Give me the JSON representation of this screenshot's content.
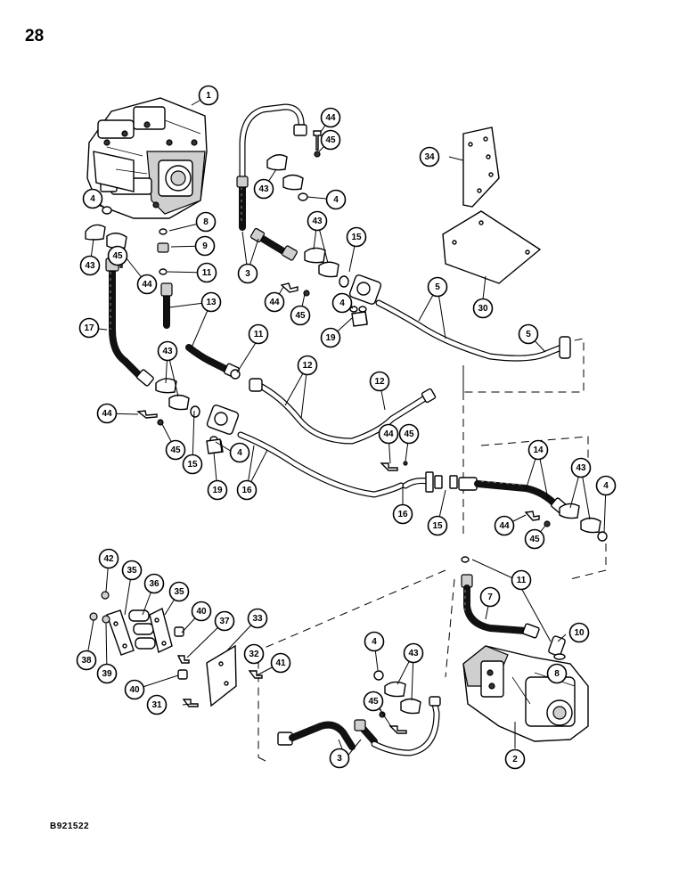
{
  "page_number": "28",
  "figure_code": "B921522",
  "callouts": [
    "1",
    "2",
    "3",
    "3",
    "4",
    "4",
    "4",
    "4",
    "4",
    "4",
    "5",
    "5",
    "7",
    "8",
    "8",
    "9",
    "10",
    "11",
    "11",
    "11",
    "12",
    "12",
    "13",
    "14",
    "15",
    "15",
    "15",
    "16",
    "16",
    "17",
    "19",
    "19",
    "30",
    "31",
    "32",
    "33",
    "34",
    "35",
    "35",
    "36",
    "37",
    "38",
    "39",
    "40",
    "40",
    "41",
    "42",
    "43",
    "43",
    "43",
    "43",
    "43",
    "43",
    "44",
    "44",
    "44",
    "44",
    "44",
    "44",
    "45",
    "45",
    "45",
    "45",
    "45",
    "45",
    "45"
  ]
}
